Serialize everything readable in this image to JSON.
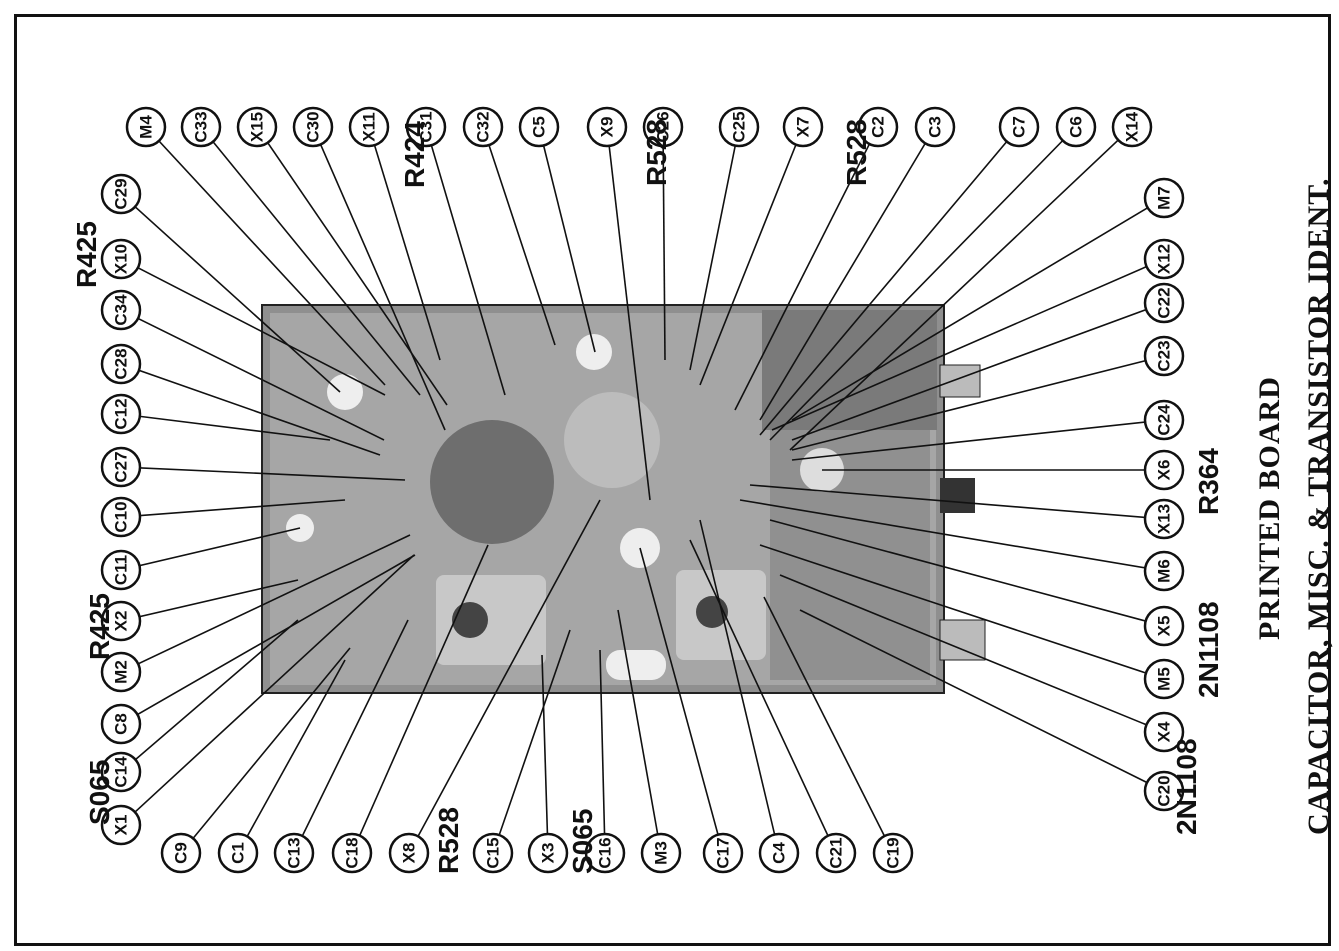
{
  "title": {
    "line1": "PRINTED BOARD",
    "line2": "CAPACITOR, MISC. & TRANSISTOR IDENT."
  },
  "top_labels": [
    "M4",
    "C33",
    "X15",
    "C30",
    "X11",
    "C31",
    "C32",
    "C5",
    "X9",
    "C26",
    "C25",
    "X7",
    "C2",
    "C3",
    "C7",
    "C6",
    "X14"
  ],
  "right_labels": [
    "M7",
    "X12",
    "C22",
    "C23",
    "C24",
    "X6",
    "X13",
    "M6",
    "X5",
    "M5",
    "X4",
    "C20"
  ],
  "bottom_labels": [
    "C9",
    "C1",
    "C13",
    "C18",
    "X8",
    "C15",
    "X3",
    "C16",
    "M3",
    "C17",
    "C4",
    "C21",
    "C19"
  ],
  "left_labels": [
    "C29",
    "X10",
    "C34",
    "C28",
    "C12",
    "C27",
    "C10",
    "C11",
    "X2",
    "M2",
    "C8",
    "C14",
    "X1"
  ],
  "part_notes": {
    "r425_top": "R425",
    "r424": "R424",
    "r528_top_a": "R528",
    "r528_top_b": "R528",
    "r425_left": "R425",
    "s065_left": "S065",
    "r528_bottom": "R528",
    "s065_bottom": "S065",
    "r364": "R364",
    "n2n1108_a": "2N1108",
    "n2n1108_b": "2N1108"
  }
}
